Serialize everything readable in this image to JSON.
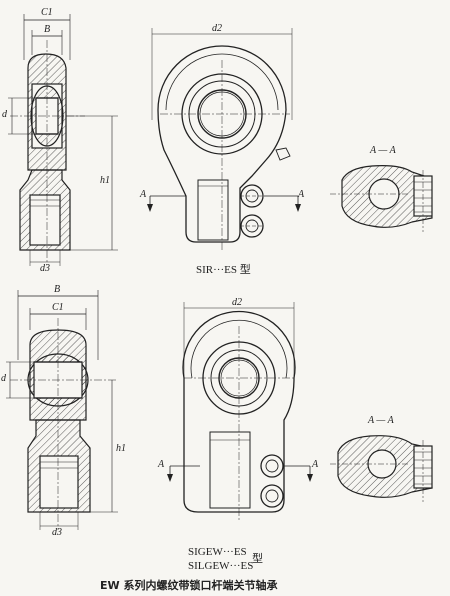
{
  "labels": {
    "top": {
      "c1": "C1",
      "b": "B",
      "d": "d",
      "h1": "h1",
      "d3": "d3",
      "d2": "d2",
      "a_left": "A",
      "a_right": "A",
      "section": "A — A"
    },
    "bottom": {
      "b": "B",
      "c1": "C1",
      "d": "d",
      "h1": "h1",
      "d3": "d3",
      "d2": "d2",
      "a_left": "A",
      "a_right": "A",
      "section": "A — A"
    }
  },
  "captions": {
    "top": "SIR···ES 型",
    "bottom_line1": "SIGEW···ES",
    "bottom_type": "型",
    "bottom_line2": "SILGEW···ES"
  },
  "title": "EW 系列内螺纹带锁口杆端关节轴承"
}
